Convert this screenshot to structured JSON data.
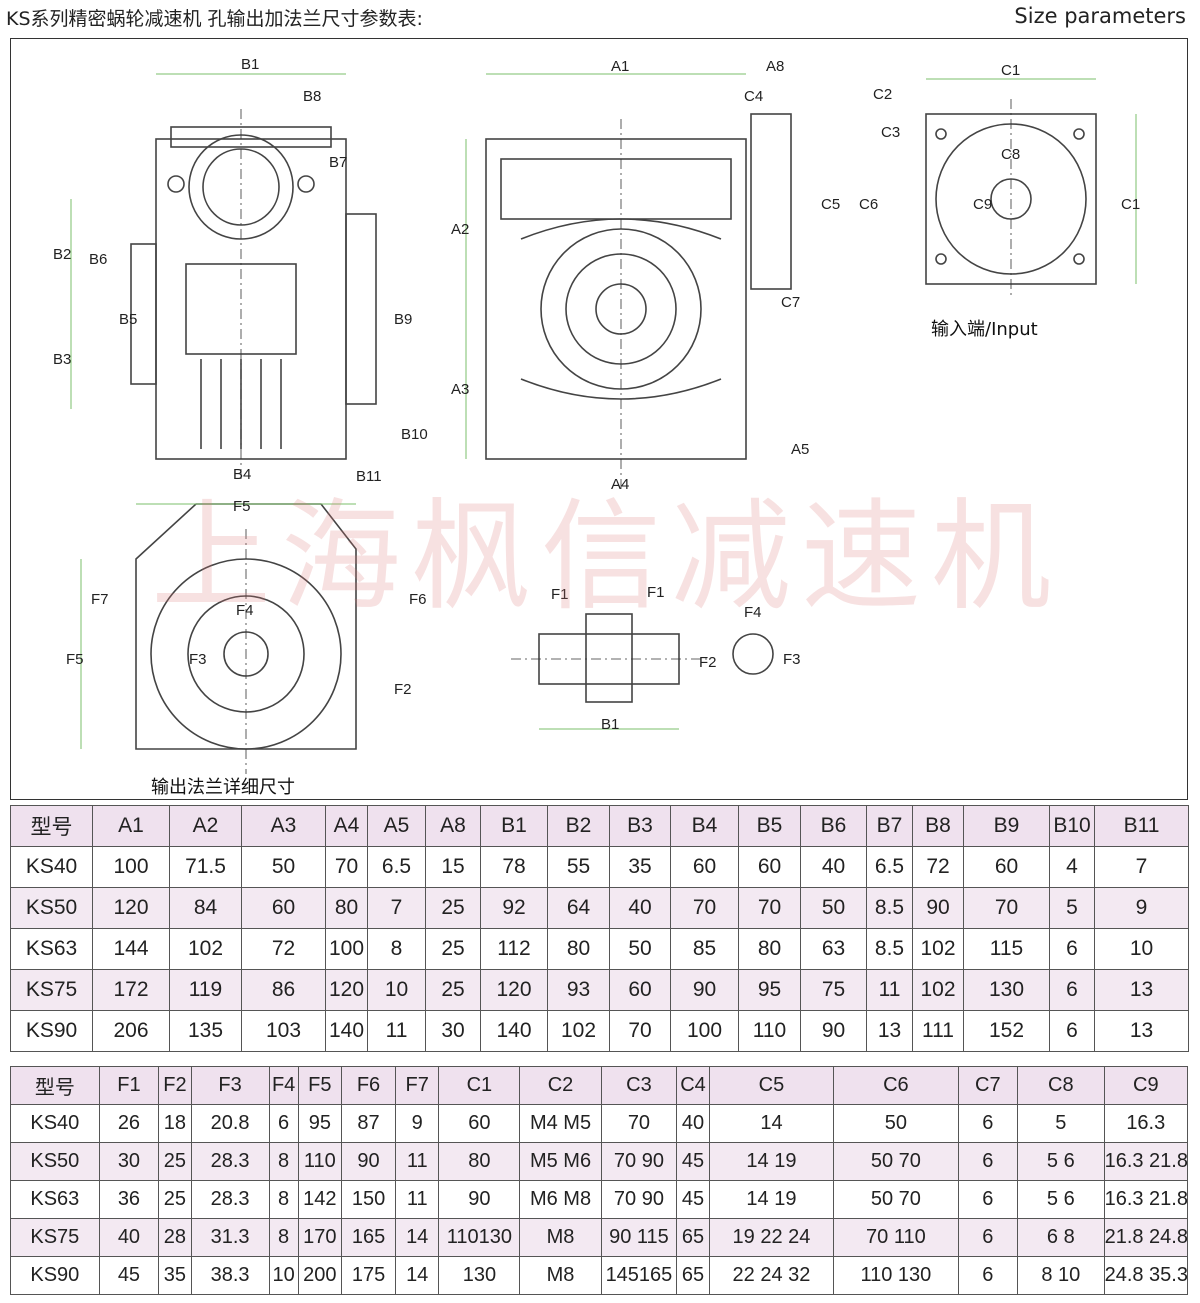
{
  "header": {
    "title_cn": "KS系列精密蜗轮减速机 孔输出加法兰尺寸参数表:",
    "title_en": "Size parameters"
  },
  "drawing": {
    "labels": {
      "A1": "A1",
      "A2": "A2",
      "A3": "A3",
      "A4": "A4",
      "A5": "A5",
      "A8": "A8",
      "B1": "B1",
      "B2": "B2",
      "B3": "B3",
      "B4": "B4",
      "B5": "B5",
      "B6": "B6",
      "B7": "B7",
      "B8": "B8",
      "B9": "B9",
      "B10": "B10",
      "B11": "B11",
      "C1": "C1",
      "C2": "C2",
      "C3": "C3",
      "C4": "C4",
      "C5": "C5",
      "C6": "C6",
      "C7": "C7",
      "C8": "C8",
      "C9": "C9",
      "F1": "F1",
      "F2": "F2",
      "F3": "F3",
      "F4": "F4",
      "F5": "F5",
      "F6": "F6",
      "F7": "F7"
    },
    "caption_input": "输入端/Input",
    "caption_output": "输出法兰详细尺寸",
    "watermark": "上海枫信减速机"
  },
  "table1": {
    "headers": [
      "型号",
      "A1",
      "A2",
      "A3",
      "A4",
      "A5",
      "A8",
      "B1",
      "B2",
      "B3",
      "B4",
      "B5",
      "B6",
      "B7",
      "B8",
      "B9",
      "B10",
      "B11"
    ],
    "rows": [
      [
        "KS40",
        "100",
        "71.5",
        "50",
        "70",
        "6.5",
        "15",
        "78",
        "55",
        "35",
        "60",
        "60",
        "40",
        "6.5",
        "72",
        "60",
        "4",
        "7"
      ],
      [
        "KS50",
        "120",
        "84",
        "60",
        "80",
        "7",
        "25",
        "92",
        "64",
        "40",
        "70",
        "70",
        "50",
        "8.5",
        "90",
        "70",
        "5",
        "9"
      ],
      [
        "KS63",
        "144",
        "102",
        "72",
        "100",
        "8",
        "25",
        "112",
        "80",
        "50",
        "85",
        "80",
        "63",
        "8.5",
        "102",
        "115",
        "6",
        "10"
      ],
      [
        "KS75",
        "172",
        "119",
        "86",
        "120",
        "10",
        "25",
        "120",
        "93",
        "60",
        "90",
        "95",
        "75",
        "11",
        "102",
        "130",
        "6",
        "13"
      ],
      [
        "KS90",
        "206",
        "135",
        "103",
        "140",
        "11",
        "30",
        "140",
        "102",
        "70",
        "100",
        "110",
        "90",
        "13",
        "111",
        "152",
        "6",
        "13"
      ]
    ]
  },
  "table2": {
    "headers": [
      "型号",
      "F1",
      "F2",
      "F3",
      "F4",
      "F5",
      "F6",
      "F7",
      "C1",
      "C2",
      "C3",
      "C4",
      "C5",
      "C6",
      "C7",
      "C8",
      "C9"
    ],
    "rows": [
      [
        "KS40",
        "26",
        "18",
        "20.8",
        "6",
        "95",
        "87",
        "9",
        "60",
        "M4 M5",
        "70",
        "40",
        "14",
        "50",
        "6",
        "5",
        "16.3"
      ],
      [
        "KS50",
        "30",
        "25",
        "28.3",
        "8",
        "110",
        "90",
        "11",
        "80",
        "M5 M6",
        "70 90",
        "45",
        "14 19",
        "50 70",
        "6",
        "5 6",
        "16.3 21.8"
      ],
      [
        "KS63",
        "36",
        "25",
        "28.3",
        "8",
        "142",
        "150",
        "11",
        "90",
        "M6 M8",
        "70 90",
        "45",
        "14 19",
        "50 70",
        "6",
        "5 6",
        "16.3 21.8"
      ],
      [
        "KS75",
        "40",
        "28",
        "31.3",
        "8",
        "170",
        "165",
        "14",
        "110130",
        "M8",
        "90 115",
        "65",
        "19 22 24",
        "70 110",
        "6",
        "6 8",
        "21.8 24.8"
      ],
      [
        "KS90",
        "45",
        "35",
        "38.3",
        "10",
        "200",
        "175",
        "14",
        "130",
        "M8",
        "145165",
        "65",
        "22 24 32",
        "110 130",
        "6",
        "8 10",
        "24.8 35.3"
      ]
    ]
  }
}
